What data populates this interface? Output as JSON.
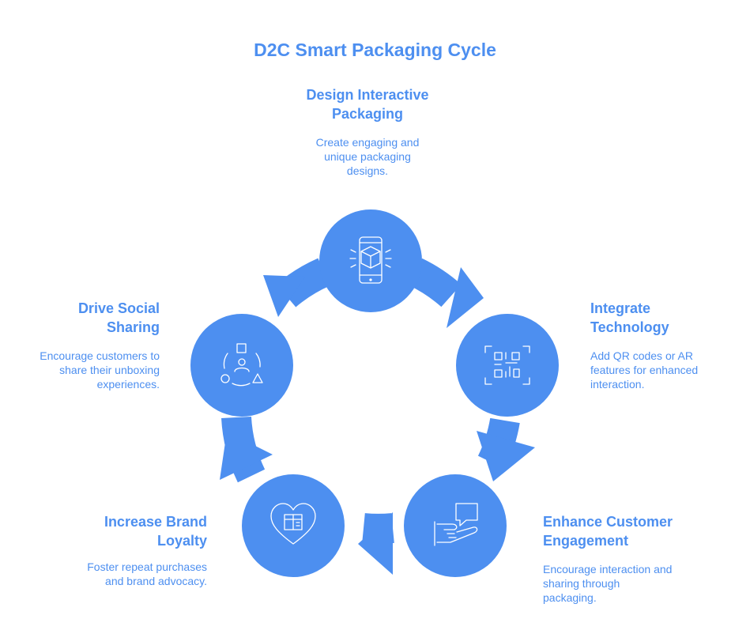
{
  "title": "D2C Smart Packaging Cycle",
  "colors": {
    "accent": "#4d8ff0",
    "icon_stroke": "#ffffff",
    "background": "#ffffff"
  },
  "stages": [
    {
      "title_line1": "Design Interactive",
      "title_line2": "Packaging",
      "desc_line1": "Create engaging and",
      "desc_line2": "unique packaging",
      "desc_line3": "designs.",
      "icon": "smartphone-box-icon"
    },
    {
      "title_line1": "Integrate",
      "title_line2": "Technology",
      "desc_line1": "Add QR codes or AR",
      "desc_line2": "features for enhanced",
      "desc_line3": "interaction.",
      "icon": "qr-code-icon"
    },
    {
      "title_line1": "Enhance Customer",
      "title_line2": "Engagement",
      "desc_line1": "Encourage interaction and",
      "desc_line2": "sharing through",
      "desc_line3": "packaging.",
      "icon": "hand-chat-icon"
    },
    {
      "title_line1": "Increase Brand",
      "title_line2": "Loyalty",
      "desc_line1": "Foster repeat purchases",
      "desc_line2": "and brand advocacy.",
      "icon": "heart-box-icon"
    },
    {
      "title_line1": "Drive Social",
      "title_line2": "Sharing",
      "desc_line1": "Encourage customers to",
      "desc_line2": "share their unboxing",
      "desc_line3": "experiences.",
      "icon": "social-network-icon"
    }
  ]
}
